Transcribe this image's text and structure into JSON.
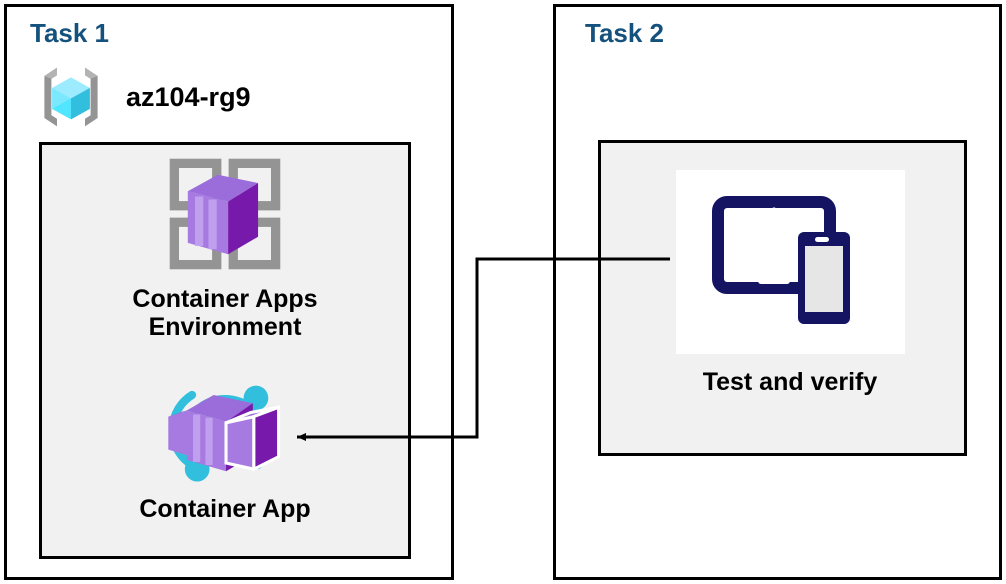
{
  "diagram": {
    "title_color": "#14517d",
    "background": "#ffffff",
    "panels": [
      {
        "id": "task1",
        "title": "Task 1",
        "resource_group": {
          "label": "az104-rg9",
          "icon": "azure-resource-group-icon"
        },
        "nodes": [
          {
            "id": "container-apps-environment",
            "label": "Container Apps\nEnvironment",
            "icon": "container-apps-environment-icon"
          },
          {
            "id": "container-app",
            "label": "Container App",
            "icon": "container-app-icon"
          }
        ]
      },
      {
        "id": "task2",
        "title": "Task 2",
        "nodes": [
          {
            "id": "test-and-verify",
            "label": "Test and verify",
            "icon": "devices-test-icon"
          }
        ]
      }
    ],
    "connectors": [
      {
        "id": "test-to-container-app",
        "from": "test-and-verify",
        "to": "container-app",
        "arrow_at": "container-app",
        "color": "#000000"
      }
    ]
  },
  "colors": {
    "task_title": "#14517d",
    "group_fill": "#f1f1f1",
    "border": "#000000",
    "label_text": "#000000",
    "resource_group_cube": "#50e6ff",
    "resource_group_bracket": "#949494",
    "container_purple": "#8661c5",
    "container_purple_dark": "#7719aa",
    "container_accent": "#32bedd",
    "device_navy": "#141463",
    "grid_gray": "#949494"
  }
}
